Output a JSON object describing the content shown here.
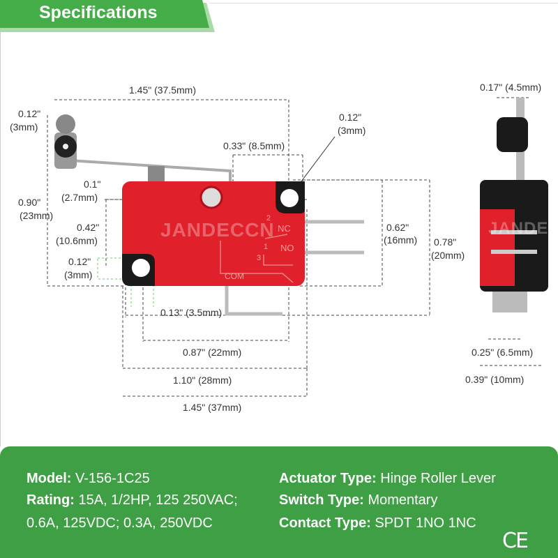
{
  "header": {
    "title": "Specifications"
  },
  "watermark": "JANDECCN",
  "switch_markings": {
    "nc": "NC",
    "no": "NO",
    "com": "COM",
    "pin1": "1",
    "pin2": "2",
    "pin3": "3"
  },
  "dimensions": {
    "overall_length_top": "1.45\" (37.5mm)",
    "roller_dia_in": "0.12\"",
    "roller_dia_mm": "(3mm)",
    "height_in": "0.90\"",
    "height_mm": "(23mm)",
    "top_offset_in": "0.1\"",
    "top_offset_mm": "(2.7mm)",
    "hole_v_in": "0.42\"",
    "hole_v_mm": "(10.6mm)",
    "hole_dia_left_in": "0.12\"",
    "hole_dia_left_mm": "(3mm)",
    "button_offset": "0.33\" (8.5mm)",
    "hole_dia_right_in": "0.12\"",
    "hole_dia_right_mm": "(3mm)",
    "body_height_in": "0.62\"",
    "body_height_mm": "(16mm)",
    "total_height_in": "0.78\"",
    "total_height_mm": "(20mm)",
    "hole_edge": "0.13\" (3.5mm)",
    "hole_spacing": "0.87\" (22mm)",
    "body_length": "1.10\" (28mm)",
    "overall_length_bottom": "1.45\" (37mm)",
    "roller_width": "0.17\" (4.5mm)",
    "side_width": "0.25\" (6.5mm)",
    "side_total_width": "0.39\" (10mm)"
  },
  "specs": {
    "model_label": "Model:",
    "model_value": "V-156-1C25",
    "rating_label": "Rating:",
    "rating_value": "15A, 1/2HP, 125 250VAC;",
    "rating_value_2": "0.6A, 125VDC; 0.3A, 250VDC",
    "actuator_label": "Actuator Type:",
    "actuator_value": "Hinge Roller Lever",
    "switch_label": "Switch Type:",
    "switch_value": "Momentary",
    "contact_label": "Contact Type:",
    "contact_value": "SPDT 1NO 1NC",
    "certification": "CE"
  },
  "colors": {
    "green": "#3f9f44",
    "switch_red": "#e0202a",
    "black": "#1a1a1a"
  }
}
